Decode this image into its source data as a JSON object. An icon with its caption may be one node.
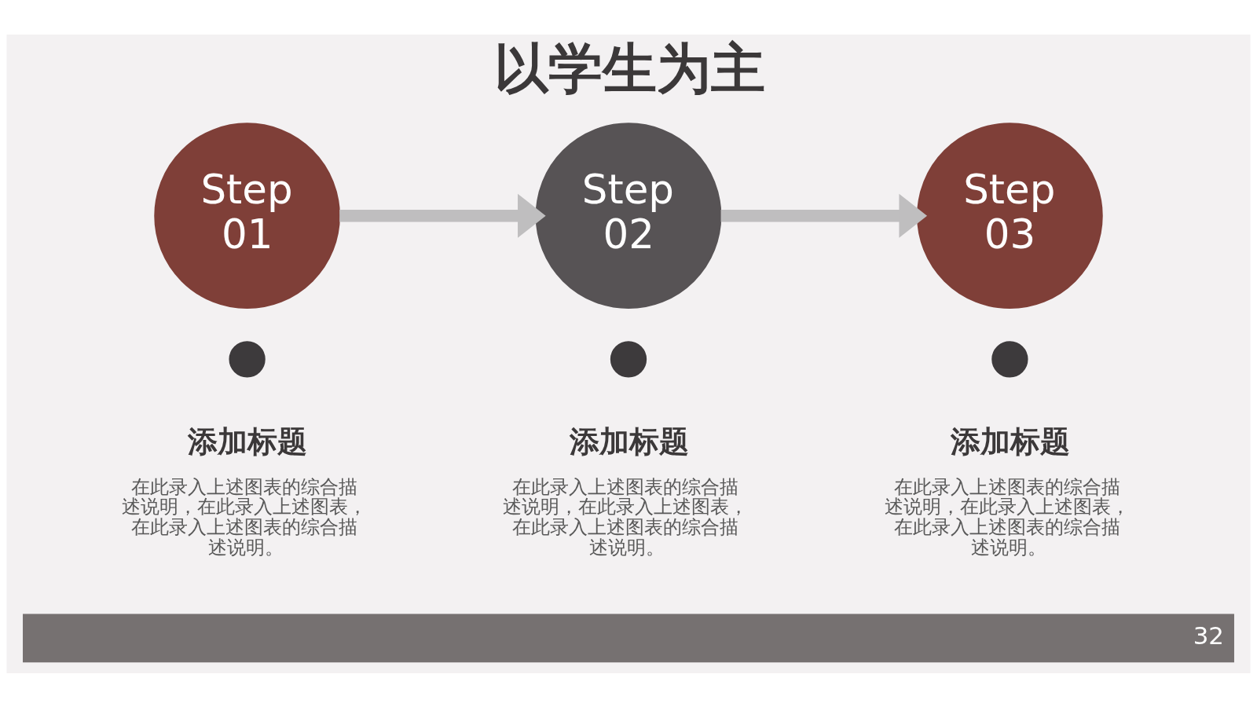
{
  "diagram": {
    "title": "以学生为主",
    "nodes": [
      {
        "text": [
          "Step 01"
        ],
        "beside": [
          "添加标题",
          "在此录入上述图表的综合描述说明，在此录入上述图表，在此录入上述图表的综合描述说明。"
        ]
      },
      {
        "text": [
          "Step 02"
        ],
        "beside": [
          "添加标题",
          "在此录入上述图表的综合描述说明，在此录入上述图表，在此录入上述图表的综合描述说明。"
        ]
      },
      {
        "text": [
          "Step 03"
        ],
        "beside": [
          "添加标题",
          "在此录入上述图表的综合描述说明，在此录入上述图表，在此录入上述图表的综合描述说明。"
        ]
      },
      {
        "text": [],
        "shape": "circle"
      },
      {
        "text": [],
        "shape": "circle"
      },
      {
        "text": [],
        "shape": "circle"
      }
    ],
    "edges": [
      {
        "from": 0,
        "to": 1,
        "arrow": "to"
      },
      {
        "from": 1,
        "to": 2,
        "arrow": "to"
      }
    ],
    "labels": [
      "32"
    ]
  }
}
